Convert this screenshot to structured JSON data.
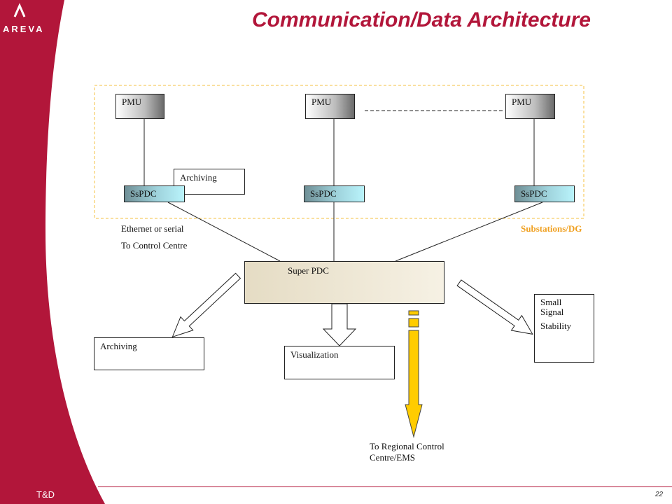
{
  "slide": {
    "title": "Communication/Data Architecture",
    "logo": "AREVA",
    "footer": "T&D",
    "page_number": "22"
  },
  "colors": {
    "brand_red": "#b2163a",
    "substation_label": "#f0a020",
    "yellow_arrow": "#ffcc00",
    "dashed_border": "#f5c242"
  },
  "diagram": {
    "pmu": [
      "PMU",
      "PMU",
      "PMU"
    ],
    "sspdc": [
      "SsPDC",
      "SsPDC",
      "SsPDC"
    ],
    "archiving_local": "Archiving",
    "link_label_1": "Ethernet or serial",
    "link_label_2": "To Control Centre",
    "substations_label": "Substations/DG",
    "super_pdc": "Super PDC",
    "archiving_central": "Archiving",
    "visualization": "Visualization",
    "small_signal_1": "Small",
    "small_signal_2": "Signal",
    "small_signal_3": "Stability",
    "regional_1": "To Regional Control",
    "regional_2": "Centre/EMS"
  }
}
